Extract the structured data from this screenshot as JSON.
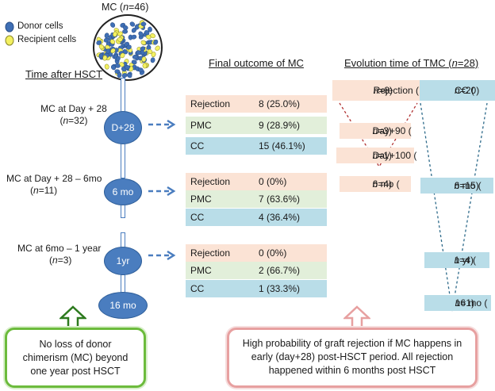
{
  "top_label": {
    "prefix": "MC (",
    "n": "n",
    "suffix": "=46)"
  },
  "legend": {
    "donor": "Donor cells",
    "recipient": "Recipient cells"
  },
  "time_heading": "Time after HSCT",
  "final_heading": "Final outcome of MC",
  "evo_heading": {
    "prefix": "Evolution time of TMC (",
    "n": "n",
    "suffix": "=28)"
  },
  "stages": [
    {
      "line1": "MC at Day + 28",
      "line2_prefix": "(",
      "n": "n",
      "line2_suffix": "=32)",
      "node": "D+28"
    },
    {
      "line1": "MC at Day + 28 – 6mo",
      "line2_prefix": "(",
      "n": "n",
      "line2_suffix": "=11)",
      "node": "6 mo"
    },
    {
      "line1": "MC at 6mo – 1 year",
      "line2_prefix": "(",
      "n": "n",
      "line2_suffix": "=3)",
      "node": "1yr"
    }
  ],
  "final_node": "16 mo",
  "outcomes": [
    [
      {
        "label": "Rejection",
        "value": "8 (25.0%)"
      },
      {
        "label": "PMC",
        "value": "9 (28.9%)"
      },
      {
        "label": "CC",
        "value": "15 (46.1%)"
      }
    ],
    [
      {
        "label": "Rejection",
        "value": "0 (0%)"
      },
      {
        "label": "PMC",
        "value": "7 (63.6%)"
      },
      {
        "label": "CC",
        "value": "4 (36.4%)"
      }
    ],
    [
      {
        "label": "Rejection",
        "value": "0 (0%)"
      },
      {
        "label": "PMC",
        "value": "2 (66.7%)"
      },
      {
        "label": "CC",
        "value": "1 (33.3%)"
      }
    ]
  ],
  "evolution": {
    "rejection": {
      "prefix": "Rejection (",
      "n": "n",
      "suffix": "=8)"
    },
    "cc": {
      "prefix": "CC (",
      "n": "n",
      "suffix": "=20)"
    },
    "rej_items": [
      {
        "prefix": "Day+90 (",
        "n": "n",
        "suffix": "=3)"
      },
      {
        "prefix": "Day+100 (",
        "n": "n",
        "suffix": "=1)"
      },
      {
        "prefix": "6 mo (",
        "n": "n",
        "suffix": "=4)"
      }
    ],
    "cc_items": [
      {
        "prefix": "6 mo (",
        "n": "n",
        "suffix": "=15)"
      },
      {
        "prefix": "1 yr (",
        "n": "n",
        "suffix": "=4)"
      },
      {
        "prefix": "16 mo (",
        "n": "n",
        "suffix": "=1)"
      }
    ]
  },
  "note_left": "No loss of donor chimerism (MC) beyond one year post HSCT",
  "note_right": "High probability of graft rejection if MC happens in early (day+28) post-HSCT period. All rejection happened within 6 months post HSCT",
  "colors": {
    "node_blue": "#4a7dbf",
    "peach": "#fbe3d5",
    "green": "#e2efda",
    "teal": "#b9dde8",
    "note_green": "#6cbb3c",
    "note_pink": "#e7a0a0",
    "rej_line": "#b03030",
    "cc_line": "#2d6a8a"
  }
}
